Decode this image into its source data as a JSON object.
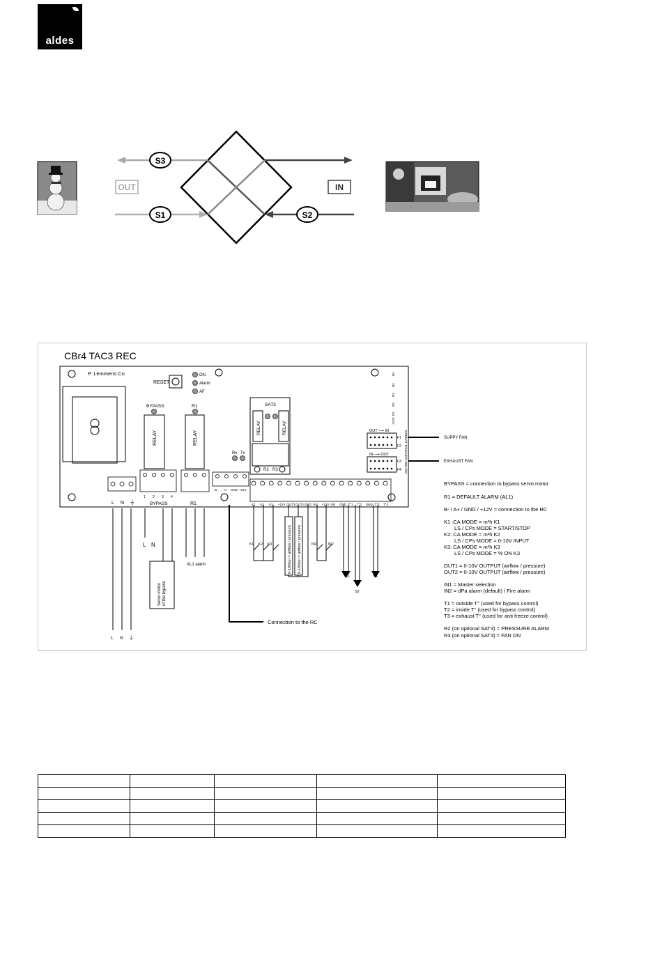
{
  "brand": {
    "name": "aldes"
  },
  "airflow": {
    "sensors": [
      "S3",
      "S1",
      "S2"
    ],
    "labels": {
      "out": "OUT",
      "in": "IN"
    }
  },
  "board": {
    "title": "CBr4 TAC3 REC",
    "maker": "P. Lemmens Co",
    "reset": "RESET",
    "leds": [
      "ON",
      "Alarm",
      "AF"
    ],
    "bypass_title": "BYPASS",
    "r1_title": "R1",
    "relay": "RELAY",
    "sat3": "SAT3",
    "rxtx": [
      "Rx",
      "Tx"
    ],
    "r2": "R2",
    "r3": "R3",
    "power_terms": [
      "L",
      "N"
    ],
    "bypass_terms": [
      "1",
      "2",
      "3",
      "4"
    ],
    "bypass_label": "BYPASS",
    "r1_label": "R1",
    "bus_terms": [
      "B-",
      "A+",
      "GND",
      "+12V"
    ],
    "io_terms": [
      "K1",
      "K2",
      "K3",
      "+12V",
      "OUT1",
      "OUT2",
      "GND",
      "IN1",
      "+12V",
      "IN2",
      "GND",
      "T°1",
      "T°2",
      "GND",
      "T°3",
      "T°4"
    ],
    "right_edge": [
      "R4",
      "R4",
      "R3",
      "R2",
      "R1",
      "+12V"
    ],
    "fan_out_in": "OUT ⟶ IN",
    "fan_in_out": "IN ⟶ OUT",
    "f1": "F1",
    "f2": "F2",
    "f3": "F3",
    "f4": "F4",
    "motor_cables": "MOTOR CONTROL CABLES",
    "supply_fan": "SUPPY FAN",
    "exhaust_fan": "EXHAUST FAN",
    "wire_ln": [
      "L",
      "N"
    ],
    "al1_alarm": "AL1 alarm",
    "servo": [
      "Servo motor",
      "of the bypass"
    ],
    "k_switches": [
      "K1",
      "K2",
      "K3"
    ],
    "vout": [
      "0-10Vout = airflow / pressure",
      "0-10Vout = airflow / pressure"
    ],
    "in_switches": [
      "IN1",
      "IN2"
    ],
    "sensor_wires": [
      "S1",
      "S2",
      "S3"
    ],
    "bottom_terms": [
      "L",
      "N",
      "⏚"
    ],
    "connection_rc": "Connection to the RC"
  },
  "legend": [
    "BYPASS = connection to bypass servo motor",
    "R1 = DEFAULT ALARM (AL1)",
    "B- / A+ / GND / +12V = connection to the RC",
    "K1 :CA MODE = m³h K1",
    "LS / CPs MODE = START/STOP",
    "K2: CA MODE = m³h K2",
    "LS / CPs MODE = 0-10V INPUT",
    "K3: CA MODE = m³h K3",
    "LS / CPs MODE = % ON K3",
    "OUT1 = 0-10V OUTPUT (airflow / pressure)",
    "OUT2 = 0-10V OUTPUT (airflow / pressure)",
    "IN1 = Master selection",
    "IN2 = dPa alarm (default) / Fire alarm",
    "T1 = outside T° (used for bypass control)",
    "T2 = inside T° (used for bypass control)",
    "T3 = exhaust T° (used for anti freeze control)",
    "R2 (on optional SAT3) = PRESSURE ALARM",
    "R3 (on optional SAT3) = FAN ON"
  ],
  "table": {
    "rows": 5,
    "cols": 5
  }
}
